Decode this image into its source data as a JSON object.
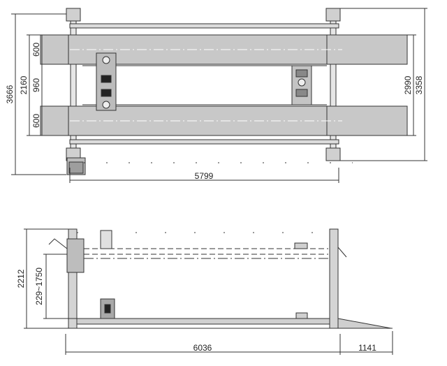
{
  "top_view": {
    "dims": {
      "overall_width": "3666",
      "inner_span": "2160",
      "runway_top": "600",
      "gap": "960",
      "runway_bottom": "600",
      "runway_span": "2990",
      "column_span": "3358",
      "runway_length": "5799"
    }
  },
  "side_view": {
    "dims": {
      "max_height": "2212",
      "lift_range": "229~1750",
      "length": "6036",
      "ramp_length": "1141"
    }
  },
  "colors": {
    "runway_fill": "#c8c8c8",
    "line": "#333333",
    "centerline": "#ffffff"
  }
}
